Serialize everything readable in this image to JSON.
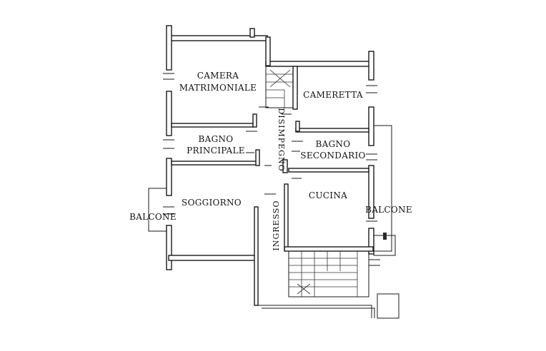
{
  "plan": {
    "rooms": {
      "camera_matrimoniale_1": "CAMERA",
      "camera_matrimoniale_2": "MATRIMONIALE",
      "cameretta": "CAMERETTA",
      "bagno_principale_1": "BAGNO",
      "bagno_principale_2": "PRINCIPALE",
      "bagno_secondario_1": "BAGNO",
      "bagno_secondario_2": "SECONDARIO",
      "disimpegno": "DISIMPEGNO",
      "soggiorno": "SOGGIORNO",
      "ingresso": "INGRESSO",
      "cucina": "CUCINA",
      "balcone_left": "BALCONE",
      "balcone_right": "BALCONE"
    }
  }
}
